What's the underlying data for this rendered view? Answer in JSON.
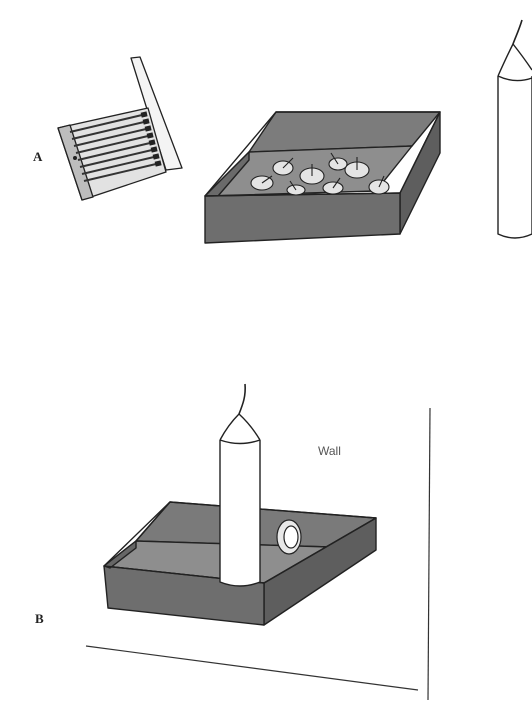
{
  "panels": {
    "a": {
      "label": "A"
    },
    "b": {
      "label": "B"
    }
  },
  "wall_label": "Wall",
  "colors": {
    "box_fill": "#6e6e6e",
    "box_side": "#5a5a5a",
    "box_inner": "#8a8a8a",
    "ink": "#222222",
    "paper": "#ffffff"
  },
  "icons": [
    "matchbook-icon",
    "thumbtack-box-icon",
    "candle-icon",
    "thumbtack-icon"
  ]
}
